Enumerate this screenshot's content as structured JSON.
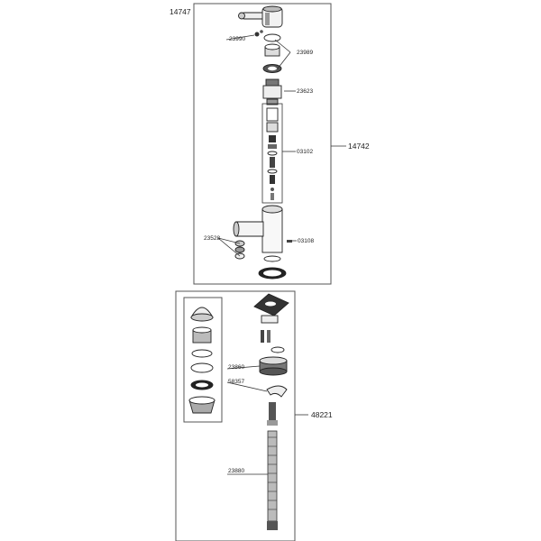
{
  "assembly_labels": {
    "top_left": "14747",
    "upper_right": "14742",
    "lower_right": "48221"
  },
  "part_labels": {
    "p23990": "23990",
    "p23989": "23989",
    "p23623": "23623",
    "p03102": "03102",
    "p23528": "23528",
    "p03108": "03108",
    "p23860": "23860",
    "p58357": "58357",
    "p23880": "23880"
  },
  "colors": {
    "line": "#333333",
    "part_dark": "#222222",
    "part_mid": "#888888",
    "part_light": "#dddddd",
    "background": "#ffffff"
  }
}
